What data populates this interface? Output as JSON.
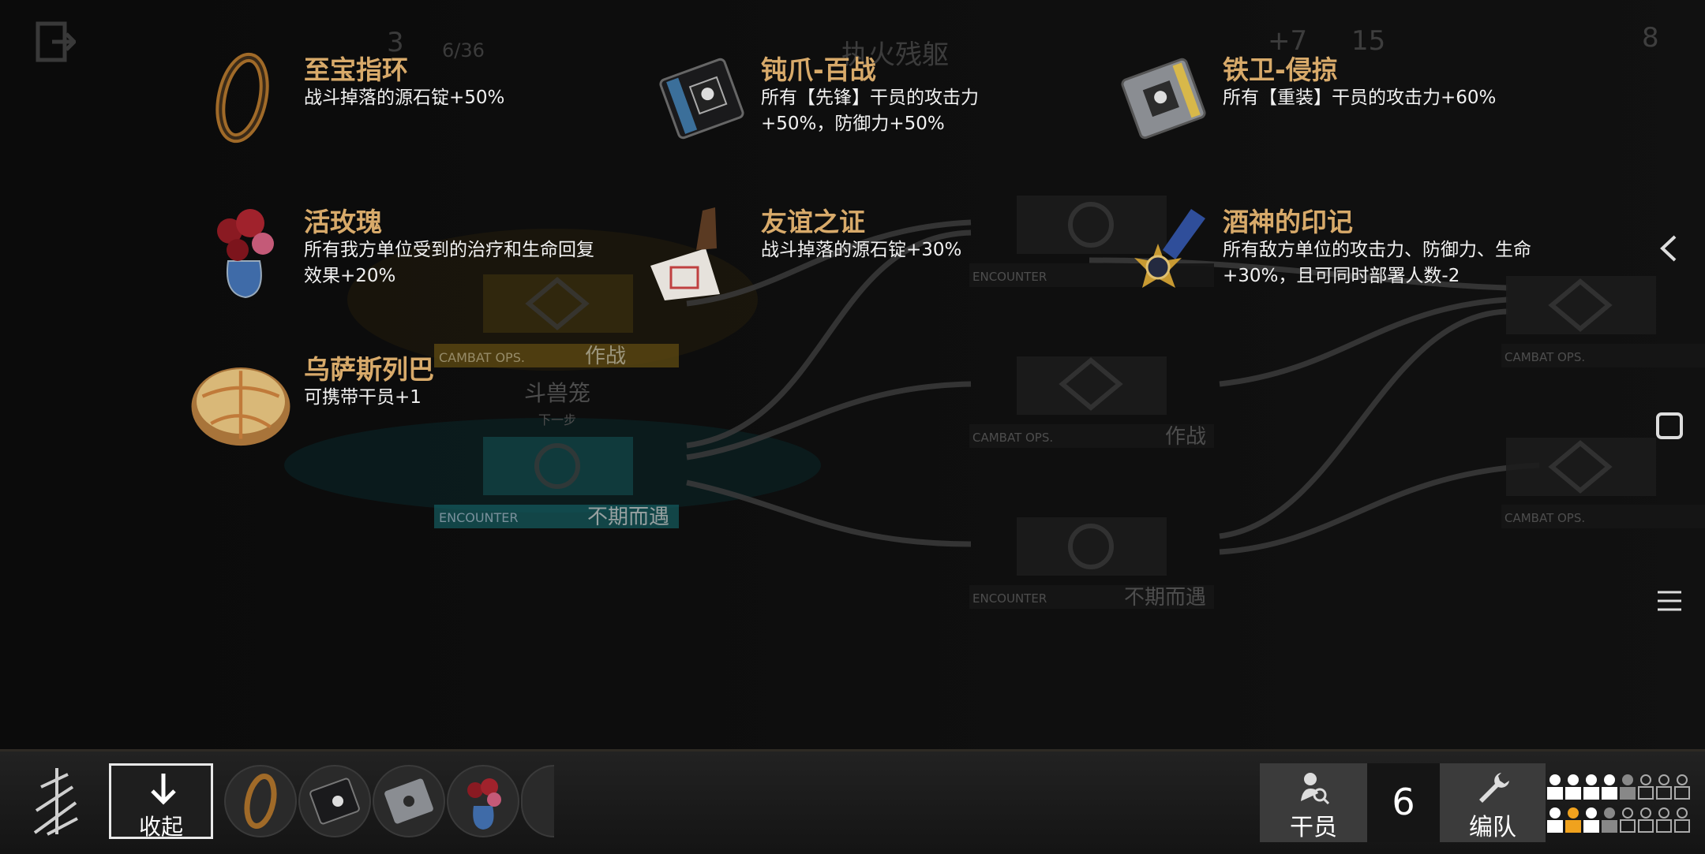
{
  "hud": {
    "top_numbers": [
      "3",
      "6/36",
      "+7",
      "15",
      "8"
    ],
    "stage_title": "执火残躯"
  },
  "map": {
    "node_labels": {
      "combat_ops_tag": "CAMBAT OPS.",
      "encounter_tag": "ENCOUNTER",
      "combat_cn": "作战",
      "encounter_cn": "不期而遇",
      "current_stage": "斗兽笼",
      "next_step": "下一步"
    }
  },
  "relics": [
    {
      "name": "至宝指环",
      "desc": "战斗掉落的源石锭+50%",
      "icon": "gold-ring-icon"
    },
    {
      "name": "钝爪-百战",
      "desc": "所有【先锋】干员的攻击力+50%，防御力+50%",
      "icon": "vanguard-manual-icon"
    },
    {
      "name": "铁卫-侵掠",
      "desc": "所有【重装】干员的攻击力+60%",
      "icon": "defender-manual-icon"
    },
    {
      "name": "活玫瑰",
      "desc": "所有我方单位受到的治疗和生命回复效果+20%",
      "icon": "rose-vase-icon"
    },
    {
      "name": "友谊之证",
      "desc": "战斗掉落的源石锭+30%",
      "icon": "friendship-stamp-icon"
    },
    {
      "name": "酒神的印记",
      "desc": "所有敌方单位的攻击力、防御力、生命+30%，且可同时部署人数-2",
      "icon": "medal-icon"
    },
    {
      "name": "乌萨斯列巴",
      "desc": "可携带干员+1",
      "icon": "bread-icon"
    }
  ],
  "bottom": {
    "collapse_label": "收起",
    "operators_label": "干员",
    "operators_count": "6",
    "squad_label": "编队"
  },
  "colors": {
    "relic_name": "#d8aa6a",
    "combat_node": "#c89a2a",
    "encounter_node": "#2aa6a8",
    "squad_filled": "#ffffff",
    "squad_gold": "#f0a21e"
  }
}
